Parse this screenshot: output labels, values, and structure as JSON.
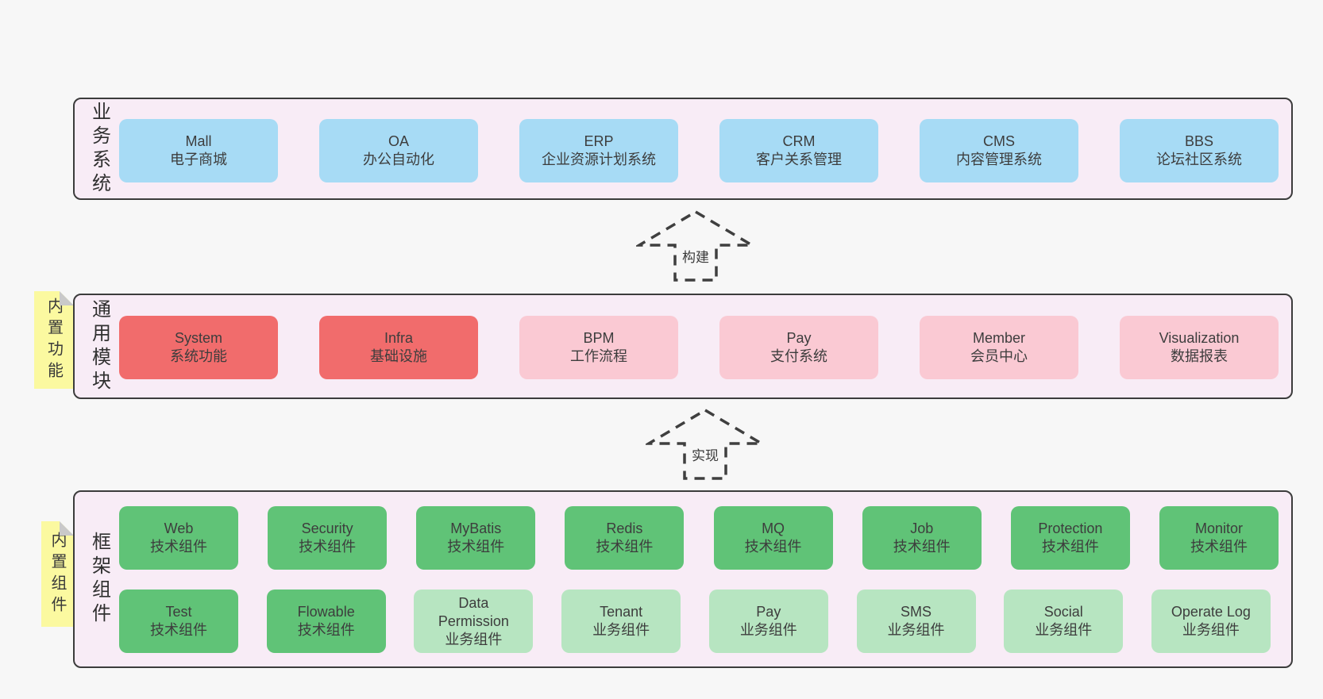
{
  "colors": {
    "page_bg": "#f7f7f7",
    "band_bg": "#f8ecf6",
    "band_border": "#3c3c3c",
    "blue_box": "#a7dbf5",
    "red_box": "#f16c6c",
    "pink_box": "#fac9d3",
    "green_box": "#60c377",
    "light_green_box": "#b7e5c1",
    "note_yellow": "#fbf9a0",
    "text": "#3d3d3d"
  },
  "arrows": {
    "build": "构建",
    "implement": "实现"
  },
  "bands": {
    "business": {
      "label": "业务系统",
      "boxes": [
        {
          "en": "Mall",
          "zh": "电子商城"
        },
        {
          "en": "OA",
          "zh": "办公自动化"
        },
        {
          "en": "ERP",
          "zh": "企业资源计划系统"
        },
        {
          "en": "CRM",
          "zh": "客户关系管理"
        },
        {
          "en": "CMS",
          "zh": "内容管理系统"
        },
        {
          "en": "BBS",
          "zh": "论坛社区系统"
        }
      ]
    },
    "modules": {
      "label": "通用模块",
      "note": "内置功能",
      "boxes": [
        {
          "en": "System",
          "zh": "系统功能"
        },
        {
          "en": "Infra",
          "zh": "基础设施"
        },
        {
          "en": "BPM",
          "zh": "工作流程"
        },
        {
          "en": "Pay",
          "zh": "支付系统"
        },
        {
          "en": "Member",
          "zh": "会员中心"
        },
        {
          "en": "Visualization",
          "zh": "数据报表"
        }
      ]
    },
    "components": {
      "label": "框架组件",
      "note": "内置组件",
      "row1": [
        {
          "en": "Web",
          "zh": "技术组件"
        },
        {
          "en": "Security",
          "zh": "技术组件"
        },
        {
          "en": "MyBatis",
          "zh": "技术组件"
        },
        {
          "en": "Redis",
          "zh": "技术组件"
        },
        {
          "en": "MQ",
          "zh": "技术组件"
        },
        {
          "en": "Job",
          "zh": "技术组件"
        },
        {
          "en": "Protection",
          "zh": "技术组件"
        },
        {
          "en": "Monitor",
          "zh": "技术组件"
        }
      ],
      "row2": [
        {
          "en": "Test",
          "zh": "技术组件"
        },
        {
          "en": "Flowable",
          "zh": "技术组件"
        },
        {
          "en": "Data Permission",
          "zh": "业务组件"
        },
        {
          "en": "Tenant",
          "zh": "业务组件"
        },
        {
          "en": "Pay",
          "zh": "业务组件"
        },
        {
          "en": "SMS",
          "zh": "业务组件"
        },
        {
          "en": "Social",
          "zh": "业务组件"
        },
        {
          "en": "Operate Log",
          "zh": "业务组件"
        }
      ]
    }
  }
}
